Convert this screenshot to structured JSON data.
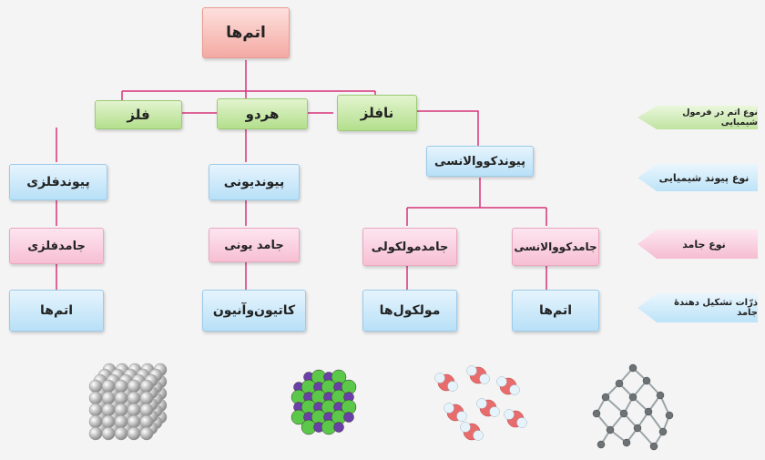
{
  "root": "اتم‌ها",
  "level1": {
    "metal": "فلز",
    "both": "هردو",
    "nonmetal": "نافلز"
  },
  "level2": {
    "metallic_bond": "پیوندفلزی",
    "ionic_bond": "پیوندیونی",
    "covalent_bond": "پیوندکووالانسی"
  },
  "level3": {
    "metallic_solid": "جامدفلزی",
    "ionic_solid": "جامد یونی",
    "molecular_solid": "جامدمولکولی",
    "covalent_solid": "جامدکووالانسی"
  },
  "level4": {
    "atoms_metal": "اتم‌ها",
    "ions": "کاتیون‌وآنیون",
    "molecules": "مولکول‌ها",
    "atoms_covalent": "اتم‌ها"
  },
  "legend": {
    "atom_type": "نوع اتم در فرمول شیمیایی",
    "bond_type": "نوع پیوند شیمیایی",
    "solid_type": "نوع جامد",
    "particles": "ذرّات تشکیل دهندهٔ جامد"
  },
  "colors": {
    "line": "#d6337a",
    "red": "#f4a9a3",
    "green": "#b3df8c",
    "blue": "#b8e0f7",
    "pink": "#f7bfd3"
  }
}
